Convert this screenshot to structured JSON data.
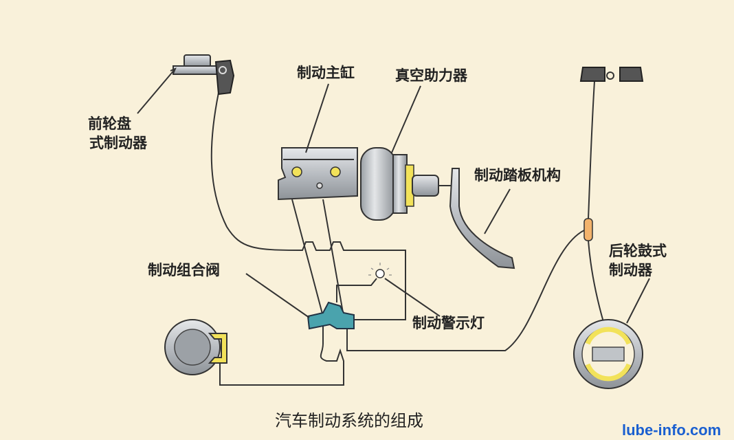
{
  "labels": {
    "front_brake_line1": "前轮盘",
    "front_brake_line2": "式制动器",
    "master_cylinder": "制动主缸",
    "vacuum_booster": "真空助力器",
    "pedal_mechanism": "制动踏板机构",
    "rear_brake_line1": "后轮鼓式",
    "rear_brake_line2": "制动器",
    "combination_valve": "制动组合阀",
    "warning_light": "制动警示灯"
  },
  "caption": "汽车制动系统的组成",
  "watermark": "lube-info.com",
  "colors": {
    "background": "#f9f1da",
    "metal": "#c8ccd0",
    "yellow": "#f2e25a",
    "valve": "#4aa3ad",
    "watermark": "#1a5fd0"
  }
}
